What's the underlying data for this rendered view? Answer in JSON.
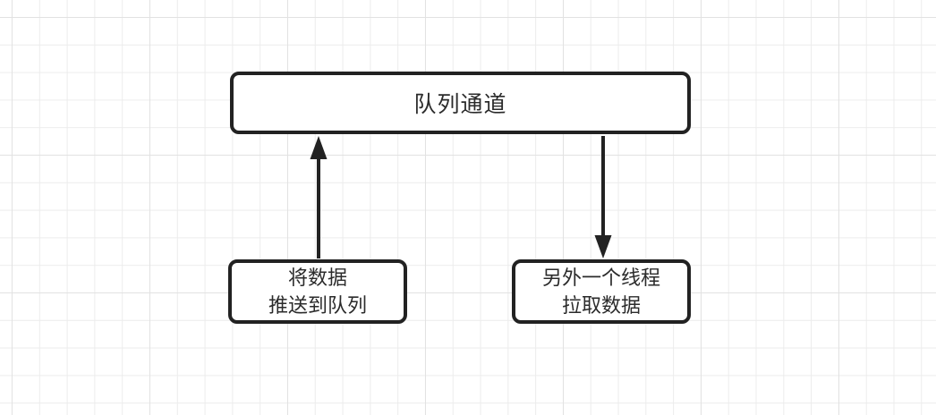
{
  "colors": {
    "stroke": "#222222",
    "text": "#2b2b2b",
    "grid": "#ececec",
    "grid_strong": "#e2e2e2",
    "background": "#ffffff"
  },
  "nodes": {
    "queue_channel": {
      "label": "队列通道"
    },
    "push_to_queue": {
      "line1": "将数据",
      "line2": "推送到队列"
    },
    "pull_data": {
      "line1": "另外一个线程",
      "line2": "拉取数据"
    }
  },
  "edges": {
    "push_arrow": {
      "from": "push_to_queue",
      "to": "queue_channel",
      "direction": "up"
    },
    "pull_arrow": {
      "from": "queue_channel",
      "to": "pull_data",
      "direction": "down"
    }
  }
}
